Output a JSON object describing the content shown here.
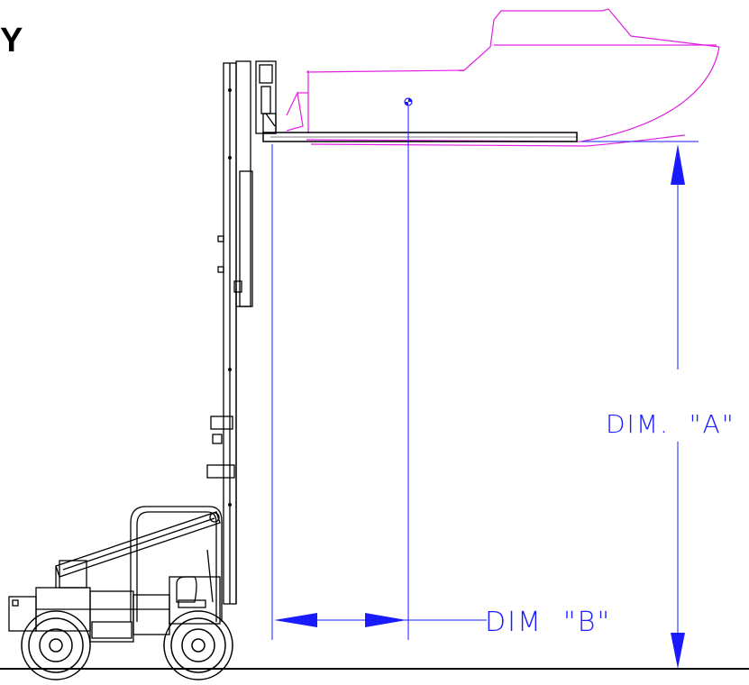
{
  "corner_text": "Y",
  "dimensions": {
    "a_label": "DIM.  \"A\"",
    "b_label": "DIM  \"B\""
  },
  "colors": {
    "boat": "#e020e0",
    "dimension": "#1a1aff",
    "machine": "#000000",
    "background": "#ffffff"
  }
}
